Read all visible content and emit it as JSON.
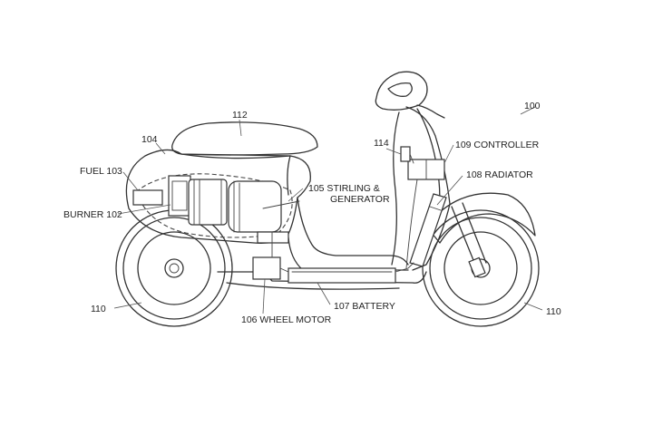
{
  "labels": {
    "figure_ref": "100",
    "seat": "112",
    "body": "104",
    "fuel": "FUEL 103",
    "burner": "BURNER 102",
    "stirling_1": "105  STIRLING &",
    "stirling_2": "GENERATOR",
    "sensor": "114",
    "controller": "109 CONTROLLER",
    "radiator": "108 RADIATOR",
    "battery": "107 BATTERY",
    "wheel_motor": "106 WHEEL MOTOR",
    "rear_wheel": "110",
    "front_wheel": "110"
  }
}
